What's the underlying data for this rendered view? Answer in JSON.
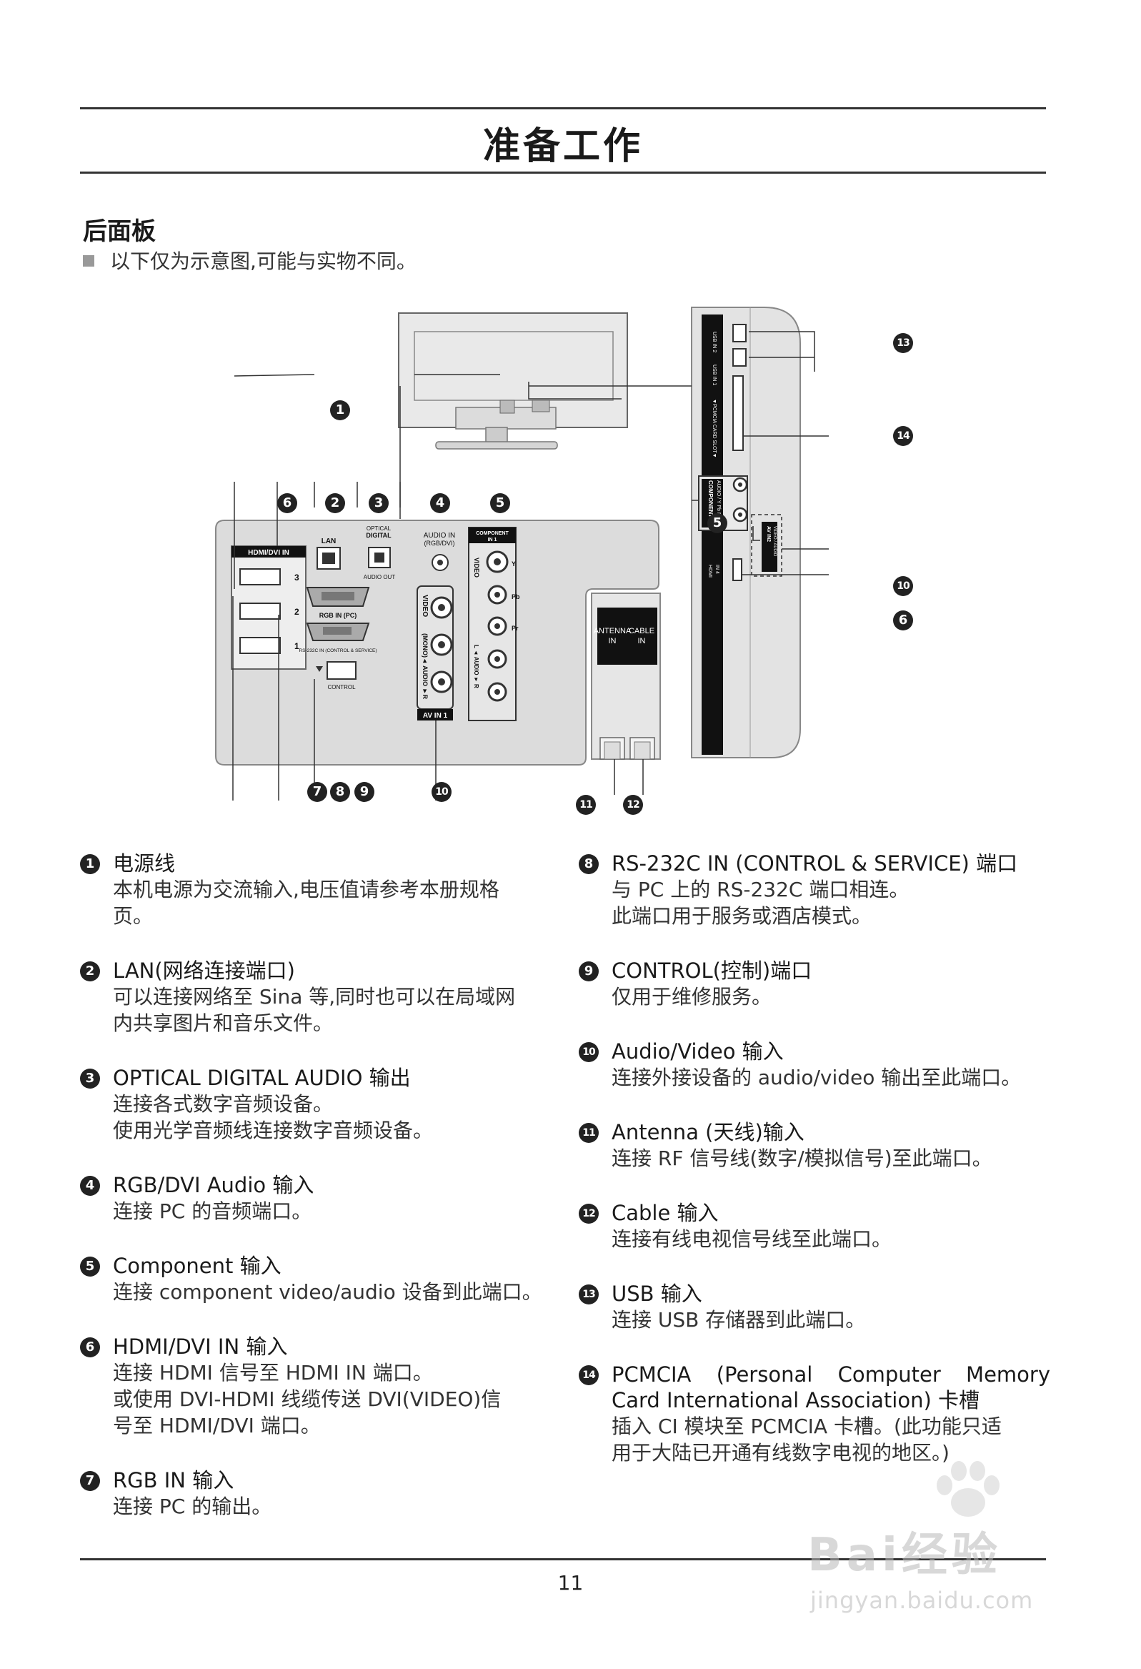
{
  "title": "准备工作",
  "section": {
    "title": "后面板",
    "note": "以下仅为示意图,可能与实物不同。"
  },
  "diagram": {
    "callouts": [
      "1",
      "2",
      "3",
      "4",
      "5",
      "6",
      "7",
      "8",
      "9",
      "10",
      "11",
      "12",
      "13",
      "14"
    ],
    "labels": {
      "hdmi_dvi_in": "HDMI/DVI IN",
      "hdmi_ports": [
        "3",
        "2",
        "1"
      ],
      "lan": "LAN",
      "optical": [
        "OPTICAL",
        "DIGITAL"
      ],
      "audio_out": "AUDIO OUT",
      "audio_in": [
        "AUDIO IN",
        "(RGB/DVI)"
      ],
      "component": [
        "COMPONENT",
        "IN 1"
      ],
      "rgb_in": "RGB IN (PC)",
      "rs232c": "RS-232C IN (CONTROL & SERVICE)",
      "control": "CONTROL",
      "video": "VIDEO",
      "mono_audio": "(MONO)◄ AUDIO ►R",
      "av_in1": "AV IN 1",
      "y": "Y",
      "pb": "Pb",
      "pr": "Pr",
      "audio_lr": "L ◄ AUDIO ► R",
      "antenna": [
        "ANTENNA",
        "IN"
      ],
      "cable": [
        "CABLE",
        "IN"
      ],
      "usb_in1": "USB IN 1",
      "usb_in2": "USB IN 2",
      "pcmcia_slot": "▼PCMCIA CARD SLOT▼",
      "component_in2": [
        "COMPONENT IN2",
        "AUDIO / Y  Pb  Pr"
      ],
      "av_in2": [
        "AV IN2",
        "VIDEO / AUDIO"
      ],
      "hdmi_in4": [
        "HDMI",
        "IN 4"
      ]
    }
  },
  "items_left": [
    {
      "num": "1",
      "title": "电源线",
      "desc": "本机电源为交流输入,电压值请参考本册规格\n页。"
    },
    {
      "num": "2",
      "title": "LAN(网络连接端口)",
      "desc": "可以连接网络至 Sina 等,同时也可以在局域网\n内共享图片和音乐文件。"
    },
    {
      "num": "3",
      "title": "OPTICAL DIGITAL AUDIO 输出",
      "desc": "连接各式数字音频设备。\n使用光学音频线连接数字音频设备。"
    },
    {
      "num": "4",
      "title": "RGB/DVI Audio 输入",
      "desc": "连接 PC 的音频端口。"
    },
    {
      "num": "5",
      "title": "Component 输入",
      "desc": "连接 component video/audio 设备到此端口。"
    },
    {
      "num": "6",
      "title": "HDMI/DVI IN 输入",
      "desc": "连接 HDMI 信号至 HDMI IN 端口。\n或使用 DVI-HDMI 线缆传送 DVI(VIDEO)信\n号至 HDMI/DVI 端口。"
    },
    {
      "num": "7",
      "title": "RGB IN 输入",
      "desc": "连接 PC 的输出。"
    }
  ],
  "items_right": [
    {
      "num": "8",
      "title": "RS-232C IN (CONTROL & SERVICE) 端口",
      "desc": "与 PC 上的 RS-232C 端口相连。\n此端口用于服务或酒店模式。"
    },
    {
      "num": "9",
      "title": "CONTROL(控制)端口",
      "desc": "仅用于维修服务。"
    },
    {
      "num": "10",
      "title": "Audio/Video 输入",
      "desc": "连接外接设备的 audio/video 输出至此端口。"
    },
    {
      "num": "11",
      "title": "Antenna (天线)输入",
      "desc": "连接 RF 信号线(数字/模拟信号)至此端口。"
    },
    {
      "num": "12",
      "title": "Cable 输入",
      "desc": "连接有线电视信号线至此端口。"
    },
    {
      "num": "13",
      "title": "USB 输入",
      "desc": "连接 USB 存储器到此端口。"
    },
    {
      "num": "14",
      "title": "PCMCIA   (Personal   Computer   Memory",
      "title2": "Card International Association) 卡槽",
      "desc": "插入 CI 模块至 PCMCIA 卡槽。(此功能只适\n用于大陆已开通有线数字电视的地区。)"
    }
  ],
  "page_number": "11",
  "watermark": {
    "brand": "Bai经验",
    "url": "jingyan.baidu.com"
  }
}
